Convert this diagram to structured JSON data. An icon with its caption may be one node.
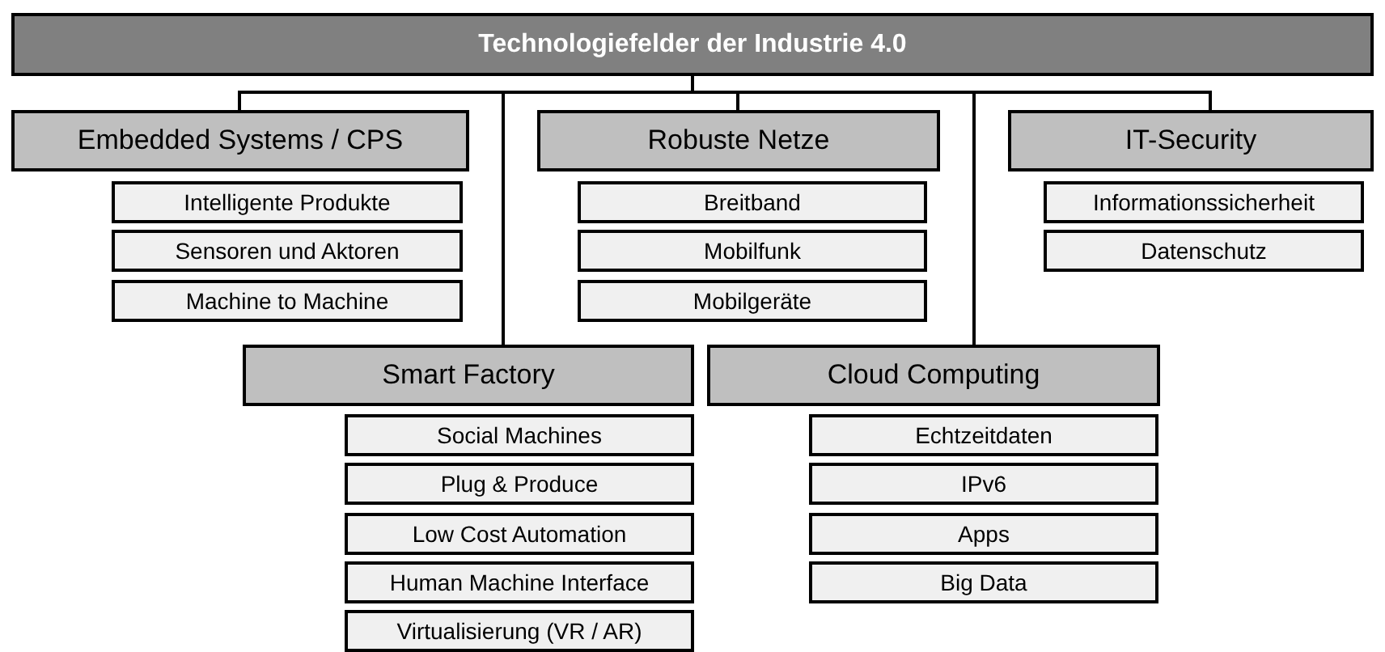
{
  "diagram": {
    "nodes": [
      {
        "text": [
          "Technologiefelder der Industrie 4.0"
        ]
      },
      {
        "text": [
          "Embedded Systems / CPS"
        ]
      },
      {
        "text": [
          "Intelligente Produkte"
        ]
      },
      {
        "text": [
          "Sensoren und Aktoren"
        ]
      },
      {
        "text": [
          "Machine to Machine"
        ]
      },
      {
        "text": [
          "Robuste Netze"
        ]
      },
      {
        "text": [
          "Breitband"
        ]
      },
      {
        "text": [
          "Mobilfunk"
        ]
      },
      {
        "text": [
          "Mobilgeräte"
        ]
      },
      {
        "text": [
          "IT-Security"
        ]
      },
      {
        "text": [
          "Informationssicherheit"
        ]
      },
      {
        "text": [
          "Datenschutz"
        ]
      },
      {
        "text": [
          "Smart Factory"
        ]
      },
      {
        "text": [
          "Social Machines"
        ]
      },
      {
        "text": [
          "Plug & Produce"
        ]
      },
      {
        "text": [
          "Low Cost Automation"
        ]
      },
      {
        "text": [
          "Human Machine Interface"
        ]
      },
      {
        "text": [
          "Virtualisierung (VR / AR)"
        ]
      },
      {
        "text": [
          "Cloud Computing"
        ]
      },
      {
        "text": [
          "Echtzeitdaten"
        ]
      },
      {
        "text": [
          "IPv6"
        ]
      },
      {
        "text": [
          "Apps"
        ]
      },
      {
        "text": [
          "Big Data"
        ]
      }
    ],
    "edges": [
      {
        "from": 0,
        "to": 1,
        "arrow": "none"
      },
      {
        "from": 0,
        "to": 5,
        "arrow": "none"
      },
      {
        "from": 0,
        "to": 9,
        "arrow": "none"
      },
      {
        "from": 0,
        "to": 12,
        "arrow": "none"
      },
      {
        "from": 0,
        "to": 18,
        "arrow": "none"
      }
    ]
  }
}
